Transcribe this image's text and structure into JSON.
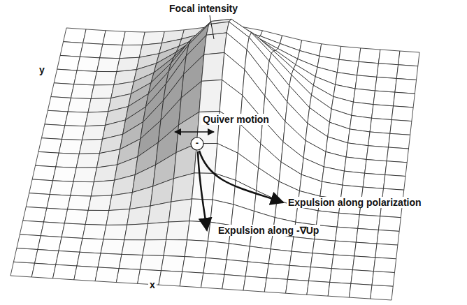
{
  "diagram": {
    "nodes": [
      {
        "text": [
          "-"
        ]
      }
    ],
    "labels": [
      "Focal intensity",
      "Quiver motion",
      "Expulsion along polarization",
      "Expulsion along -∇Up",
      "y",
      "x"
    ]
  }
}
